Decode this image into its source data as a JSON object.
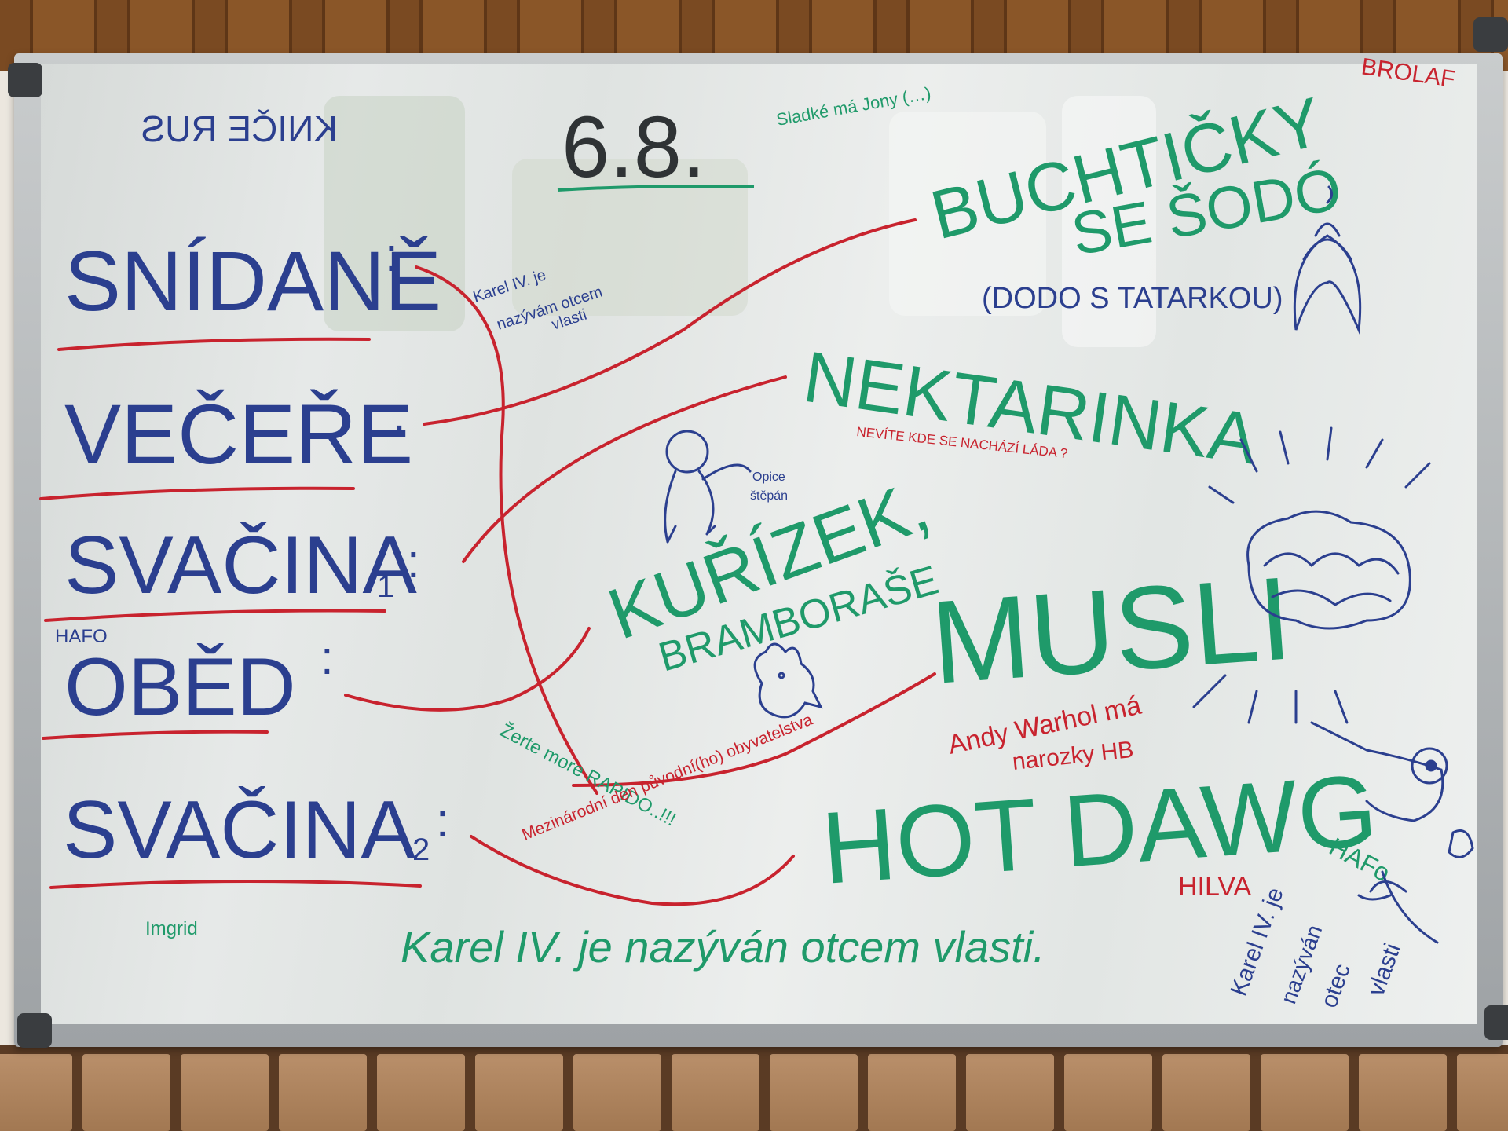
{
  "board": {
    "date": "6.8.",
    "top_left_mirrored": "KNIČE RUS",
    "top_right_tag": "BROLAF",
    "meals": [
      {
        "label": "SNÍDANĚ",
        "suffix": ":"
      },
      {
        "label": "VEČEŘE",
        "suffix": ":"
      },
      {
        "label": "SVAČINA",
        "sub": "1",
        "suffix": ":"
      },
      {
        "label": "OBĚD",
        "suffix": ":"
      },
      {
        "label": "SVAČINA",
        "sub": "2",
        "suffix": ":"
      }
    ],
    "hafo_left": "HAFO",
    "foods": {
      "buchticky_1": "BUCHTIČKY",
      "buchticky_2": "SE ŠODÓ",
      "buchticky_3": "(DODO S TATARKOU)",
      "nektarinka": "NEKTARINKA",
      "kurizek_1": "KUŘÍZEK,",
      "kurizek_2": "BRAMBORAŠE",
      "musli": "MUSLI",
      "hotdawg": "HOT DAWG"
    },
    "notes": {
      "karel_blue": [
        "Karel IV. je",
        "nazývám otcem",
        "vlasti"
      ],
      "sladke": "Sladké má Jony (…)",
      "nevite": "NEVÍTE KDE SE NACHÁZÍ LÁDA ?",
      "opice": [
        "Opice",
        "štěpán"
      ],
      "zerte": "Žerte more RAPIDO..!!!",
      "mezinarodni": "Mezinárodní den původní(ho) obyvatelstva",
      "andy": [
        "Andy Warhol má",
        "narozky HB"
      ],
      "hilva": "HILVA",
      "hafo_right": "HAFo",
      "karel_green": "Karel IV. je nazýván otcem vlasti.",
      "karel_right": [
        "Karel IV. je",
        "nazýván",
        "otec",
        "vlasti"
      ],
      "signature": "Imgrid"
    }
  }
}
